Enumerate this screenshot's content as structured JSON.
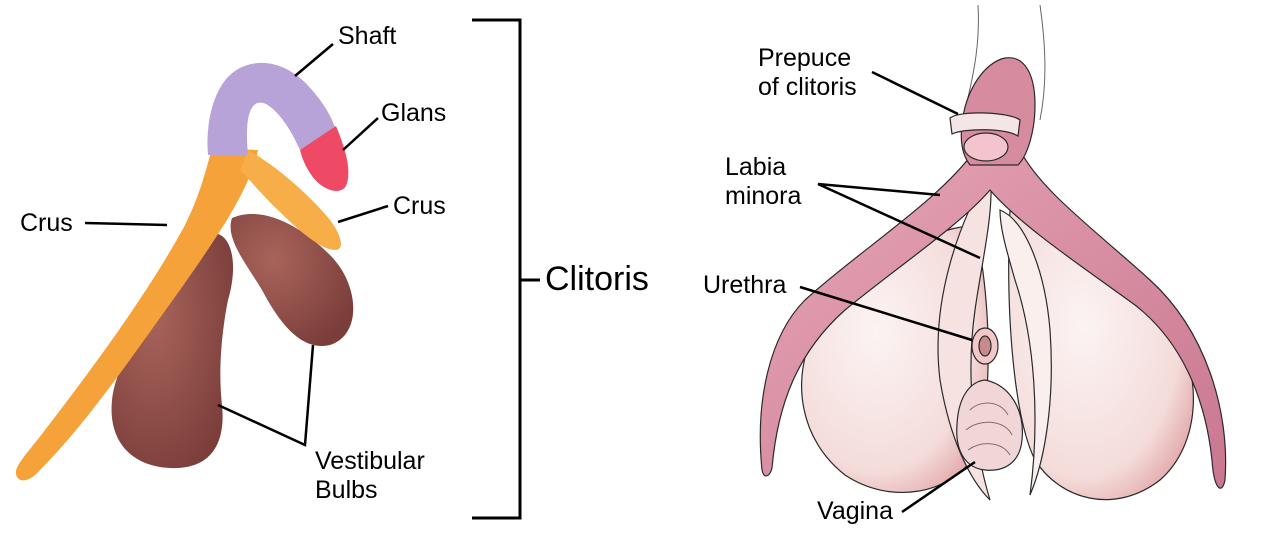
{
  "colors": {
    "shaft": "#b7a3d7",
    "glans": "#ee4a66",
    "crus": "#f5a23a",
    "crus_light": "#f9b756",
    "bulb": "#8c4a45",
    "bulb_light": "#9e5a52",
    "pink": "#d78b9f",
    "pink_dark": "#b86a80",
    "bulb_skin": "#f8ecea",
    "bulb_shade": "#efc9c7",
    "line": "#000000"
  },
  "left_diagram": {
    "labels": {
      "shaft": "Shaft",
      "glans": "Glans",
      "crus_left": "Crus",
      "crus_right": "Crus",
      "vestibular_1": "Vestibular",
      "vestibular_2": "Bulbs"
    },
    "bracket_label": "Clitoris"
  },
  "right_diagram": {
    "labels": {
      "prepuce_1": "Prepuce",
      "prepuce_2": "of clitoris",
      "labia_1": "Labia",
      "labia_2": "minora",
      "urethra": "Urethra",
      "vagina": "Vagina"
    }
  }
}
